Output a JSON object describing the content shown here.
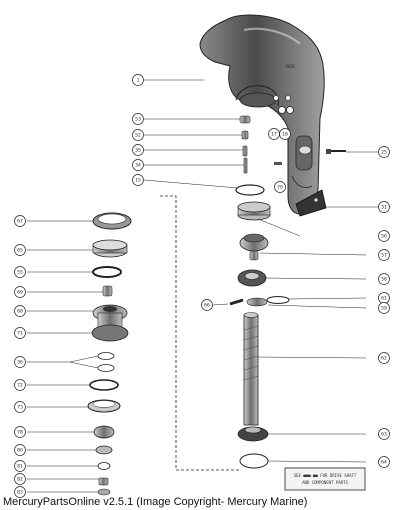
{
  "callouts": {
    "right": [
      {
        "id": "r1",
        "num": "1"
      },
      {
        "id": "r53",
        "num": "53"
      },
      {
        "id": "r52",
        "num": "52"
      },
      {
        "id": "r35",
        "num": "35"
      },
      {
        "id": "r34",
        "num": "34"
      },
      {
        "id": "r15",
        "num": "15"
      },
      {
        "id": "r17",
        "num": "17"
      },
      {
        "id": "r18",
        "num": "18"
      },
      {
        "id": "r70",
        "num": "70"
      },
      {
        "id": "r25",
        "num": "25"
      },
      {
        "id": "r31",
        "num": "31"
      },
      {
        "id": "r56",
        "num": "56"
      },
      {
        "id": "r57",
        "num": "57"
      },
      {
        "id": "r58",
        "num": "58"
      },
      {
        "id": "r61",
        "num": "61"
      },
      {
        "id": "r59",
        "num": "59"
      },
      {
        "id": "r66",
        "num": "66"
      },
      {
        "id": "r62",
        "num": "62"
      },
      {
        "id": "r63",
        "num": "63"
      },
      {
        "id": "r64",
        "num": "64"
      }
    ],
    "left": [
      {
        "id": "l67",
        "num": "67"
      },
      {
        "id": "l65",
        "num": "65"
      },
      {
        "id": "l55",
        "num": "55"
      },
      {
        "id": "l69",
        "num": "69"
      },
      {
        "id": "l68",
        "num": "68"
      },
      {
        "id": "l71",
        "num": "71"
      },
      {
        "id": "l36",
        "num": "36"
      },
      {
        "id": "l72",
        "num": "72"
      },
      {
        "id": "l73",
        "num": "73"
      },
      {
        "id": "l78",
        "num": "78"
      },
      {
        "id": "l80",
        "num": "80"
      },
      {
        "id": "l81",
        "num": "81"
      },
      {
        "id": "l82",
        "num": "82"
      },
      {
        "id": "l83",
        "num": "83"
      }
    ]
  },
  "note": {
    "line1": "SEE ■■■-■■ FOR DRIVE SHAFT",
    "line2": "AND COMPONENT PARTS"
  },
  "footer": "MercuryPartsOnline v2.5.1 (Image Copyright- Mercury Marine)"
}
